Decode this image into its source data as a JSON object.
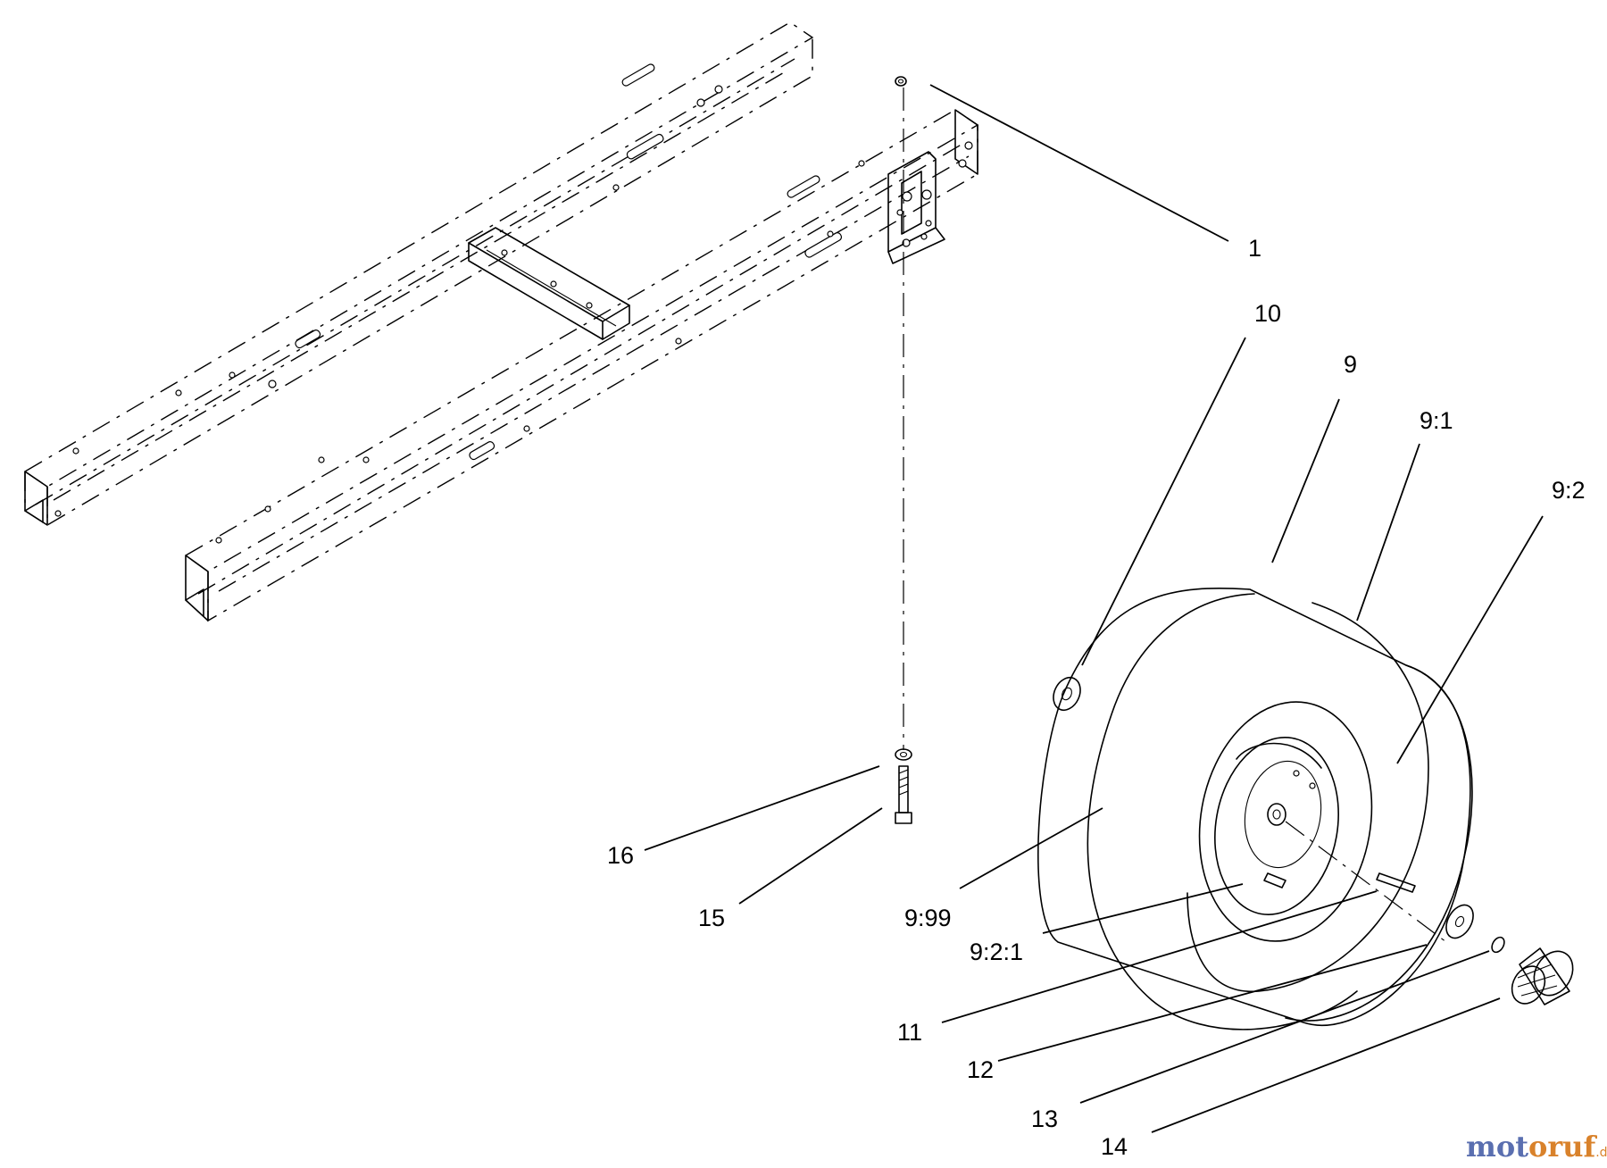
{
  "diagram": {
    "callouts": [
      {
        "id": "c1",
        "label": "1"
      },
      {
        "id": "c10",
        "label": "10"
      },
      {
        "id": "c9",
        "label": "9"
      },
      {
        "id": "c9_1",
        "label": "9:1"
      },
      {
        "id": "c9_2",
        "label": "9:2"
      },
      {
        "id": "c16",
        "label": "16"
      },
      {
        "id": "c15",
        "label": "15"
      },
      {
        "id": "c9_99",
        "label": "9:99"
      },
      {
        "id": "c9_2_1",
        "label": "9:2:1"
      },
      {
        "id": "c11",
        "label": "11"
      },
      {
        "id": "c12",
        "label": "12"
      },
      {
        "id": "c13",
        "label": "13"
      },
      {
        "id": "c14",
        "label": "14"
      }
    ]
  },
  "watermark": {
    "part_a": "mot",
    "part_b": "oruf",
    "suffix": ".de",
    "color_a": "#5a6fb0",
    "color_b": "#d9822b"
  }
}
